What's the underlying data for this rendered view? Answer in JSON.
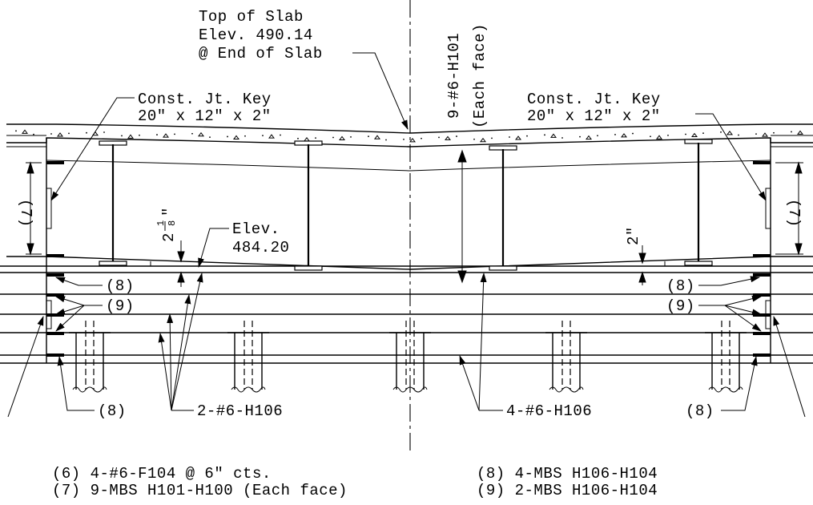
{
  "labels": {
    "top_of_slab": [
      "Top of Slab",
      "Elev. 490.14",
      "@ End of Slab"
    ],
    "vertical_bar": [
      "9-#6-H101",
      "(Each face)"
    ],
    "key_left": [
      "Const. Jt. Key",
      "20\" x 12\" x 2\""
    ],
    "key_right": [
      "Const. Jt. Key",
      "20\" x 12\" x 2\""
    ],
    "elev_bottom": [
      "Elev.",
      "484.20"
    ],
    "dim_left": "2",
    "dim_left_frac_num": "1",
    "dim_left_frac_den": "8",
    "dim_left_inch": "\"",
    "dim_right": "2\"",
    "mark_7": "(7)",
    "mark_8": "(8)",
    "mark_9": "(9)",
    "callout_h106_left": "2-#6-H106",
    "callout_h106_right": "4-#6-H106"
  },
  "notes": [
    "(6) 4-#6-F104 @ 6\" cts.",
    "(7) 9-MBS H101-H100 (Each face)",
    "(8) 4-MBS H106-H104",
    "(9) 2-MBS H106-H104"
  ]
}
